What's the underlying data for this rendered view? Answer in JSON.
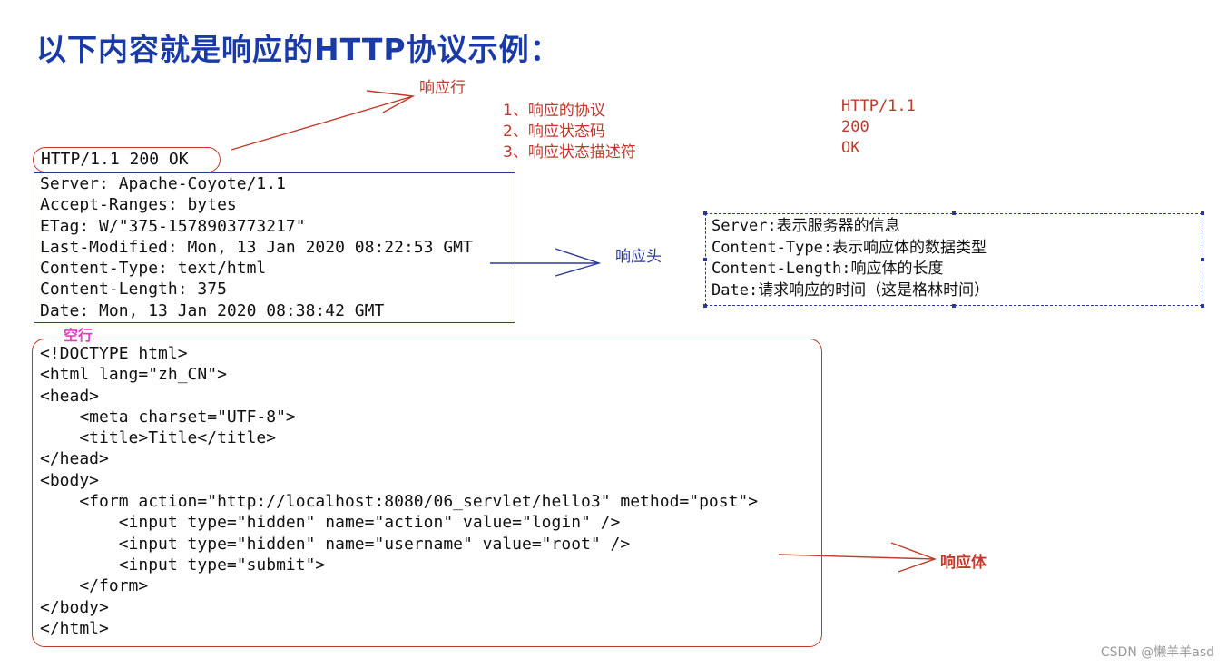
{
  "title": "以下内容就是响应的HTTP协议示例：",
  "status_line": "HTTP/1.1 200 OK",
  "header_lines": [
    "Server: Apache-Coyote/1.1",
    "Accept-Ranges: bytes",
    "ETag: W/\"375-1578903773217\"",
    "Last-Modified: Mon, 13 Jan 2020 08:22:53 GMT",
    "Content-Type: text/html",
    "Content-Length: 375",
    "Date: Mon, 13 Jan 2020 08:38:42 GMT"
  ],
  "body_lines": [
    "<!DOCTYPE html>",
    "<html lang=\"zh_CN\">",
    "<head>",
    "    <meta charset=\"UTF-8\">",
    "    <title>Title</title>",
    "</head>",
    "<body>",
    "    <form action=\"http://localhost:8080/06_servlet/hello3\" method=\"post\">",
    "        <input type=\"hidden\" name=\"action\" value=\"login\" />",
    "        <input type=\"hidden\" name=\"username\" value=\"root\" />",
    "        <input type=\"submit\">",
    "    </form>",
    "</body>",
    "</html>"
  ],
  "labels": {
    "response_line": "响应行",
    "response_header": "响应头",
    "blank_line": "空行",
    "response_body": "响应体"
  },
  "status_parts": [
    {
      "label": "1、响应的协议",
      "value": "HTTP/1.1"
    },
    {
      "label": "2、响应状态码",
      "value": "200"
    },
    {
      "label": "3、响应状态描述符",
      "value": "OK"
    }
  ],
  "header_descriptions": [
    {
      "key": "Server:",
      "desc": "表示服务器的信息"
    },
    {
      "key": "Content-Type:",
      "desc": "表示响应体的数据类型"
    },
    {
      "key": "Content-Length:",
      "desc": "响应体的长度"
    },
    {
      "key": "Date:",
      "desc": "请求响应的时间（这是格林时间）"
    }
  ],
  "watermark": "CSDN @懒羊羊asd",
  "colors": {
    "title": "#1a3aa8",
    "red": "#c0392b",
    "blue": "#2b3a9a",
    "pink": "#e040c0"
  }
}
